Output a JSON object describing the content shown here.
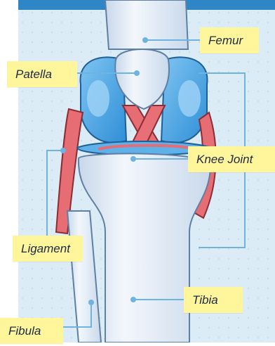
{
  "labels": {
    "femur": "Femur",
    "patella": "Patella",
    "knee_joint": "Knee Joint",
    "ligament": "Ligament",
    "tibia": "Tibia",
    "fibula": "Fibula"
  },
  "colors": {
    "accent_bar": "#2f86c6",
    "panel": "#dcecf7",
    "label_bg": "#fff59a",
    "bone": "#e9eff7",
    "cartilage": "#4aa6e6",
    "muscle": "#e56d73",
    "leader": "#6fb3e0"
  }
}
